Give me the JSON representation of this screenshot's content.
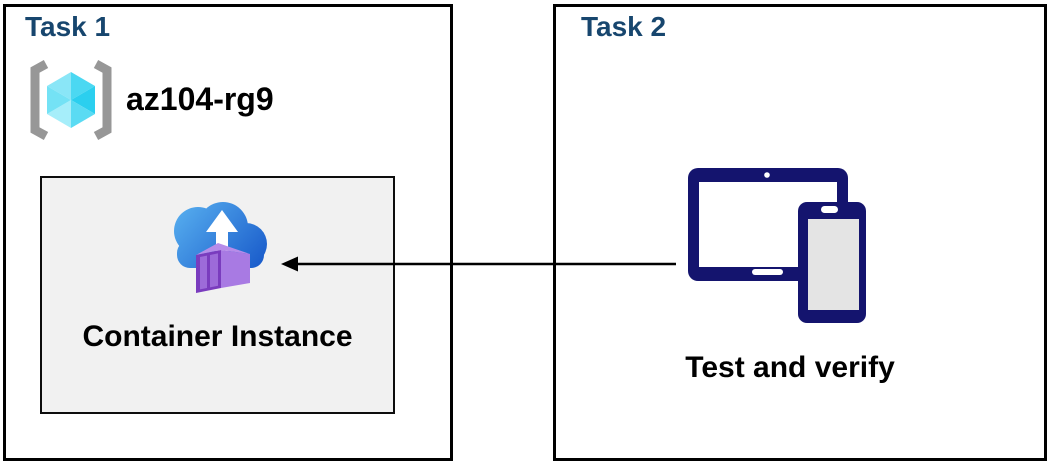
{
  "task1": {
    "title": "Task 1",
    "resource_group": {
      "name": "az104-rg9",
      "icon": "azure-resource-group-icon"
    },
    "container_box": {
      "label": "Container Instance",
      "icon": "azure-container-instance-icon"
    }
  },
  "task2": {
    "title": "Task 2",
    "label": "Test and verify",
    "icon": "devices-tablet-phone-icon"
  },
  "connector": {
    "style": "arrow",
    "from": "task2-devices",
    "to": "container-instance-box"
  },
  "colors": {
    "task_title": "#17466E",
    "box_border": "#000000",
    "inner_box_fill": "#F1F1F1",
    "device_navy": "#14146E",
    "bracket_gray": "#979797",
    "cube_cyan_dark": "#2BCFEF",
    "cube_cyan_light": "#A6EEFA",
    "cloud_blue_top": "#55ACEE",
    "cloud_blue_bottom": "#1A5CCB",
    "container_purple_front": "#7A3CBE",
    "container_purple_side": "#A87AE3",
    "container_purple_top": "#B78CE9",
    "label_text": "#000000"
  }
}
